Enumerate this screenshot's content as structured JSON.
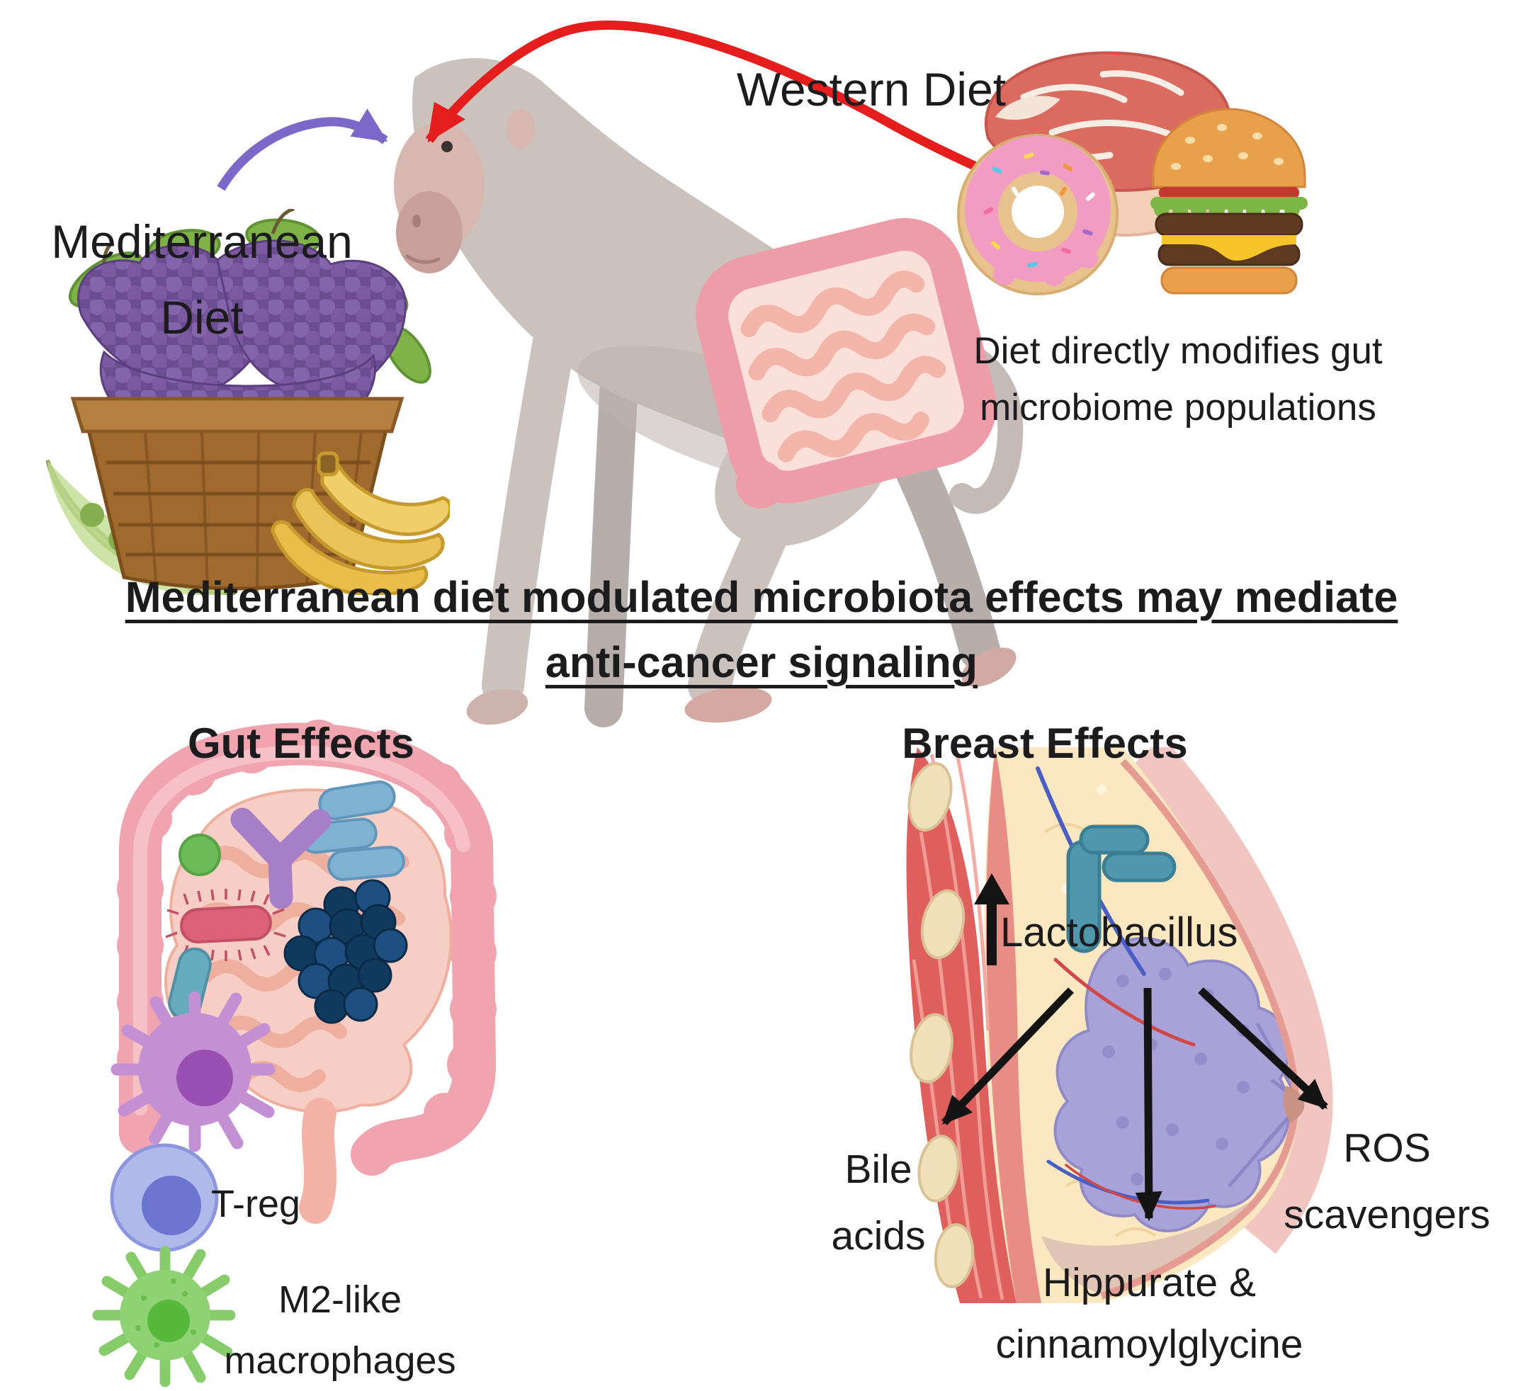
{
  "figure": {
    "top": {
      "western_diet_label": "Western Diet",
      "mediterranean_diet_label": "Mediterranean\nDiet",
      "caption": "Diet directly modifies gut\nmicrobiome  populations",
      "subject_icon": "monkey-with-gut-highlight-icon",
      "western_diet_icons": [
        "steak-icon",
        "donut-icon",
        "burger-icon"
      ],
      "mediterranean_diet_icons": [
        "grape-basket-icon",
        "pea-pod-icon",
        "bananas-icon"
      ],
      "arrows": [
        {
          "name": "western-diet-arrow",
          "color": "#e51d1d"
        },
        {
          "name": "mediterranean-diet-arrow",
          "color": "#7b68c8"
        }
      ]
    },
    "heading": {
      "line1": "Mediterranean diet modulated microbiota effects may mediate",
      "line2": "anti-cancer signaling"
    },
    "gut": {
      "title": "Gut Effects",
      "illustration_icons": [
        "colon-icon",
        "small-intestine-icon",
        "blue-rod-bacteria-icon",
        "bifid-y-bacterium-icon",
        "green-coccus-icon",
        "ciliated-rod-bacterium-icon",
        "navy-cocci-cluster-icon",
        "teal-rod-bacterium-icon",
        "dendritic-cell-icon"
      ],
      "legend": [
        {
          "icon": "t-reg-cell-icon",
          "label": "T-reg"
        },
        {
          "icon": "m2-macrophage-cell-icon",
          "label": "M2-like\nmacrophages"
        }
      ]
    },
    "breast": {
      "title": "Breast Effects",
      "illustration_icons": [
        "breast-cross-section-icon",
        "lactobacillus-rods-icon",
        "increase-arrow-icon"
      ],
      "lactobacillus_label": "Lactobacillus",
      "bile_acids_label": "Bile\nacids",
      "hippurate_label": "Hippurate &\ncinnamoylglycine",
      "ros_label": "ROS\nscavengers"
    },
    "colors": {
      "red_arrow": "#e51d1d",
      "purple_arrow": "#7b68c8",
      "text": "#1c1c1e",
      "monkey_gray": "#cbc2be",
      "intestine_pink": "#f0a4af",
      "small_intestine": "#f7cec5",
      "lactobacillus_teal": "#4e97ac",
      "treg_blue": "#afb9ea",
      "m2_green": "#8ed273",
      "gland_purple": "#a8a2d8",
      "muscle_red": "#de5f5c",
      "fat_cream": "#fbe7c0"
    }
  }
}
